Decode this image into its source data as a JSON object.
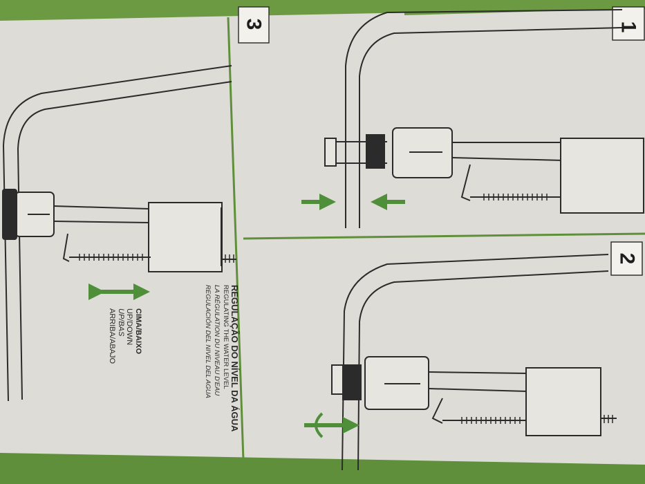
{
  "steps": {
    "step1": "1",
    "step2": "2",
    "step3": "3"
  },
  "instructions": {
    "heading_pt": "REGULAÇÃO DO NÍVEL DA ÁGUA",
    "heading_en": "REGULATING THE WATER LEVEL",
    "heading_fr": "LA RÉGULATION DU NIVEAU D'EAU",
    "heading_es": "REGULACIÓN DEL NIVEL DEL AGUA",
    "direction_pt": "CIMA/BAIXO",
    "direction_en": "UP/DOWN",
    "direction_fr": "UP/BAS",
    "direction_es": "ARRIBA/ABAJO"
  },
  "colors": {
    "arrow_green": "#4f8f3a",
    "card": "#dedcd6",
    "frame": "#5f8f3a",
    "line": "#2b2b2b"
  },
  "icons": [
    "arrow-right-icon",
    "arrow-left-icon",
    "arrow-updown-icon",
    "rotate-arrow-icon"
  ]
}
